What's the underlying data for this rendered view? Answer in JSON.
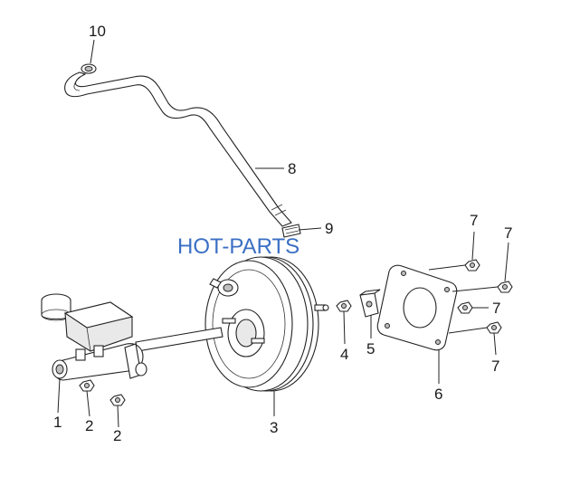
{
  "watermark": "HOT-PARTS",
  "callouts": {
    "c1": "1",
    "c2a": "2",
    "c2b": "2",
    "c3": "3",
    "c4": "4",
    "c5": "5",
    "c6": "6",
    "c7a": "7",
    "c7b": "7",
    "c7c": "7",
    "c7d": "7",
    "c8": "8",
    "c9": "9",
    "c10": "10"
  }
}
